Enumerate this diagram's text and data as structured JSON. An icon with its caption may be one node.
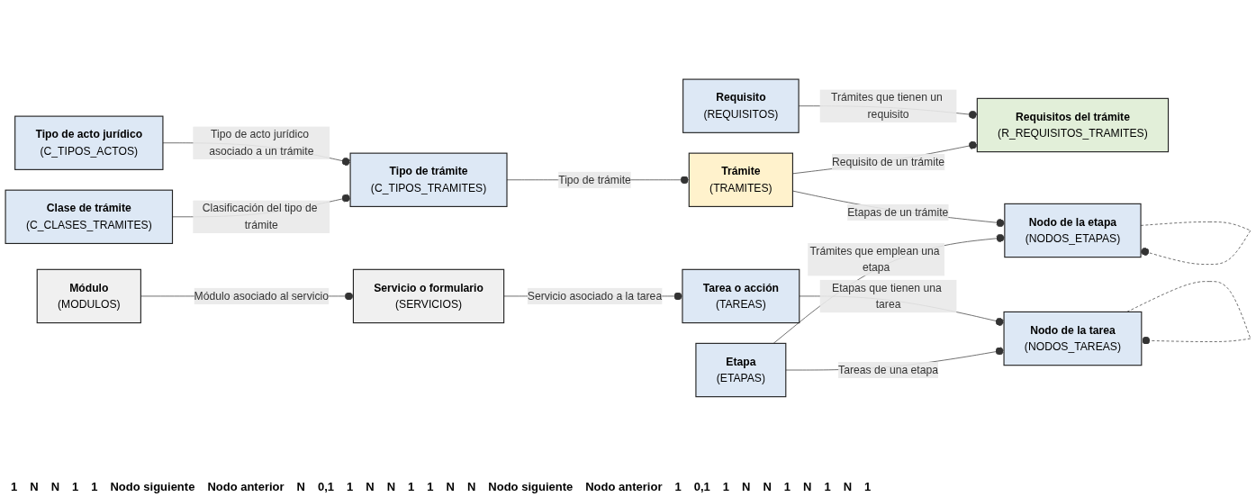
{
  "diagram": {
    "nodes": [
      {
        "text": [
          "Tipo de acto jurídico",
          "(C_TIPOS_ACTOS)"
        ]
      },
      {
        "text": [
          "Tipo de trámite",
          "(C_TIPOS_TRAMITES)"
        ]
      },
      {
        "text": [
          "Clase de trámite",
          "(C_CLASES_TRAMITES)"
        ]
      },
      {
        "text": [
          "Requisito",
          "(REQUISITOS)"
        ]
      },
      {
        "text": [
          "Requisitos del trámite",
          "(R_REQUISITOS_TRAMITES)"
        ]
      },
      {
        "text": [
          "Trámite",
          "(TRAMITES)"
        ]
      },
      {
        "text": [
          "Nodo de la etapa",
          "(NODOS_ETAPAS)"
        ]
      },
      {
        "text": [
          "Tarea o acción",
          "(TAREAS)"
        ]
      },
      {
        "text": [
          "Nodo de la tarea",
          "(NODOS_TAREAS)"
        ]
      },
      {
        "text": [
          "Etapa",
          "(ETAPAS)"
        ]
      },
      {
        "text": [
          "Servicio o formulario",
          "(SERVICIOS)"
        ]
      },
      {
        "text": [
          "Módulo",
          "(MODULOS)"
        ]
      }
    ],
    "edges": [
      {
        "from": 0,
        "to": 1,
        "arrow": "other",
        "label": "Tipo de acto jurídico asociado a un trámite"
      },
      {
        "from": 2,
        "to": 1,
        "arrow": "other",
        "label": "Clasificación del tipo de trámite"
      },
      {
        "from": 1,
        "to": 5,
        "arrow": "other",
        "label": "Tipo de trámite"
      },
      {
        "from": 6,
        "to": 6,
        "arrow": "other",
        "style": "dashed"
      },
      {
        "from": 3,
        "to": 4,
        "arrow": "other",
        "label": "Trámites que tienen un requisito"
      },
      {
        "from": 5,
        "to": 4,
        "arrow": "other",
        "label": "Requisito de un trámite"
      },
      {
        "from": 5,
        "to": 6,
        "arrow": "other",
        "label": "Etapas de un trámite"
      },
      {
        "from": 9,
        "to": 6,
        "arrow": "other",
        "label": "Trámites que emplean una etapa"
      },
      {
        "from": 8,
        "to": 8,
        "arrow": "other",
        "style": "dashed"
      },
      {
        "from": 7,
        "to": 8,
        "arrow": "other",
        "label": "Etapas que tienen una tarea"
      },
      {
        "from": 9,
        "to": 8,
        "arrow": "other",
        "label": "Tareas de una etapa"
      },
      {
        "from": 10,
        "to": 7,
        "arrow": "other",
        "label": "Servicio asociado a la tarea"
      },
      {
        "from": 11,
        "to": 10,
        "arrow": "other",
        "label": "Módulo asociado al servicio"
      }
    ],
    "labels": [
      "1",
      "N",
      "N",
      "1",
      "1",
      "Nodo siguiente",
      "Nodo anterior",
      "N",
      "0,1",
      "1",
      "N",
      "N",
      "1",
      "1",
      "N",
      "N",
      "Nodo siguiente",
      "Nodo anterior",
      "1",
      "0,1",
      "1",
      "N",
      "N",
      "1",
      "N",
      "1",
      "N",
      "1"
    ]
  }
}
